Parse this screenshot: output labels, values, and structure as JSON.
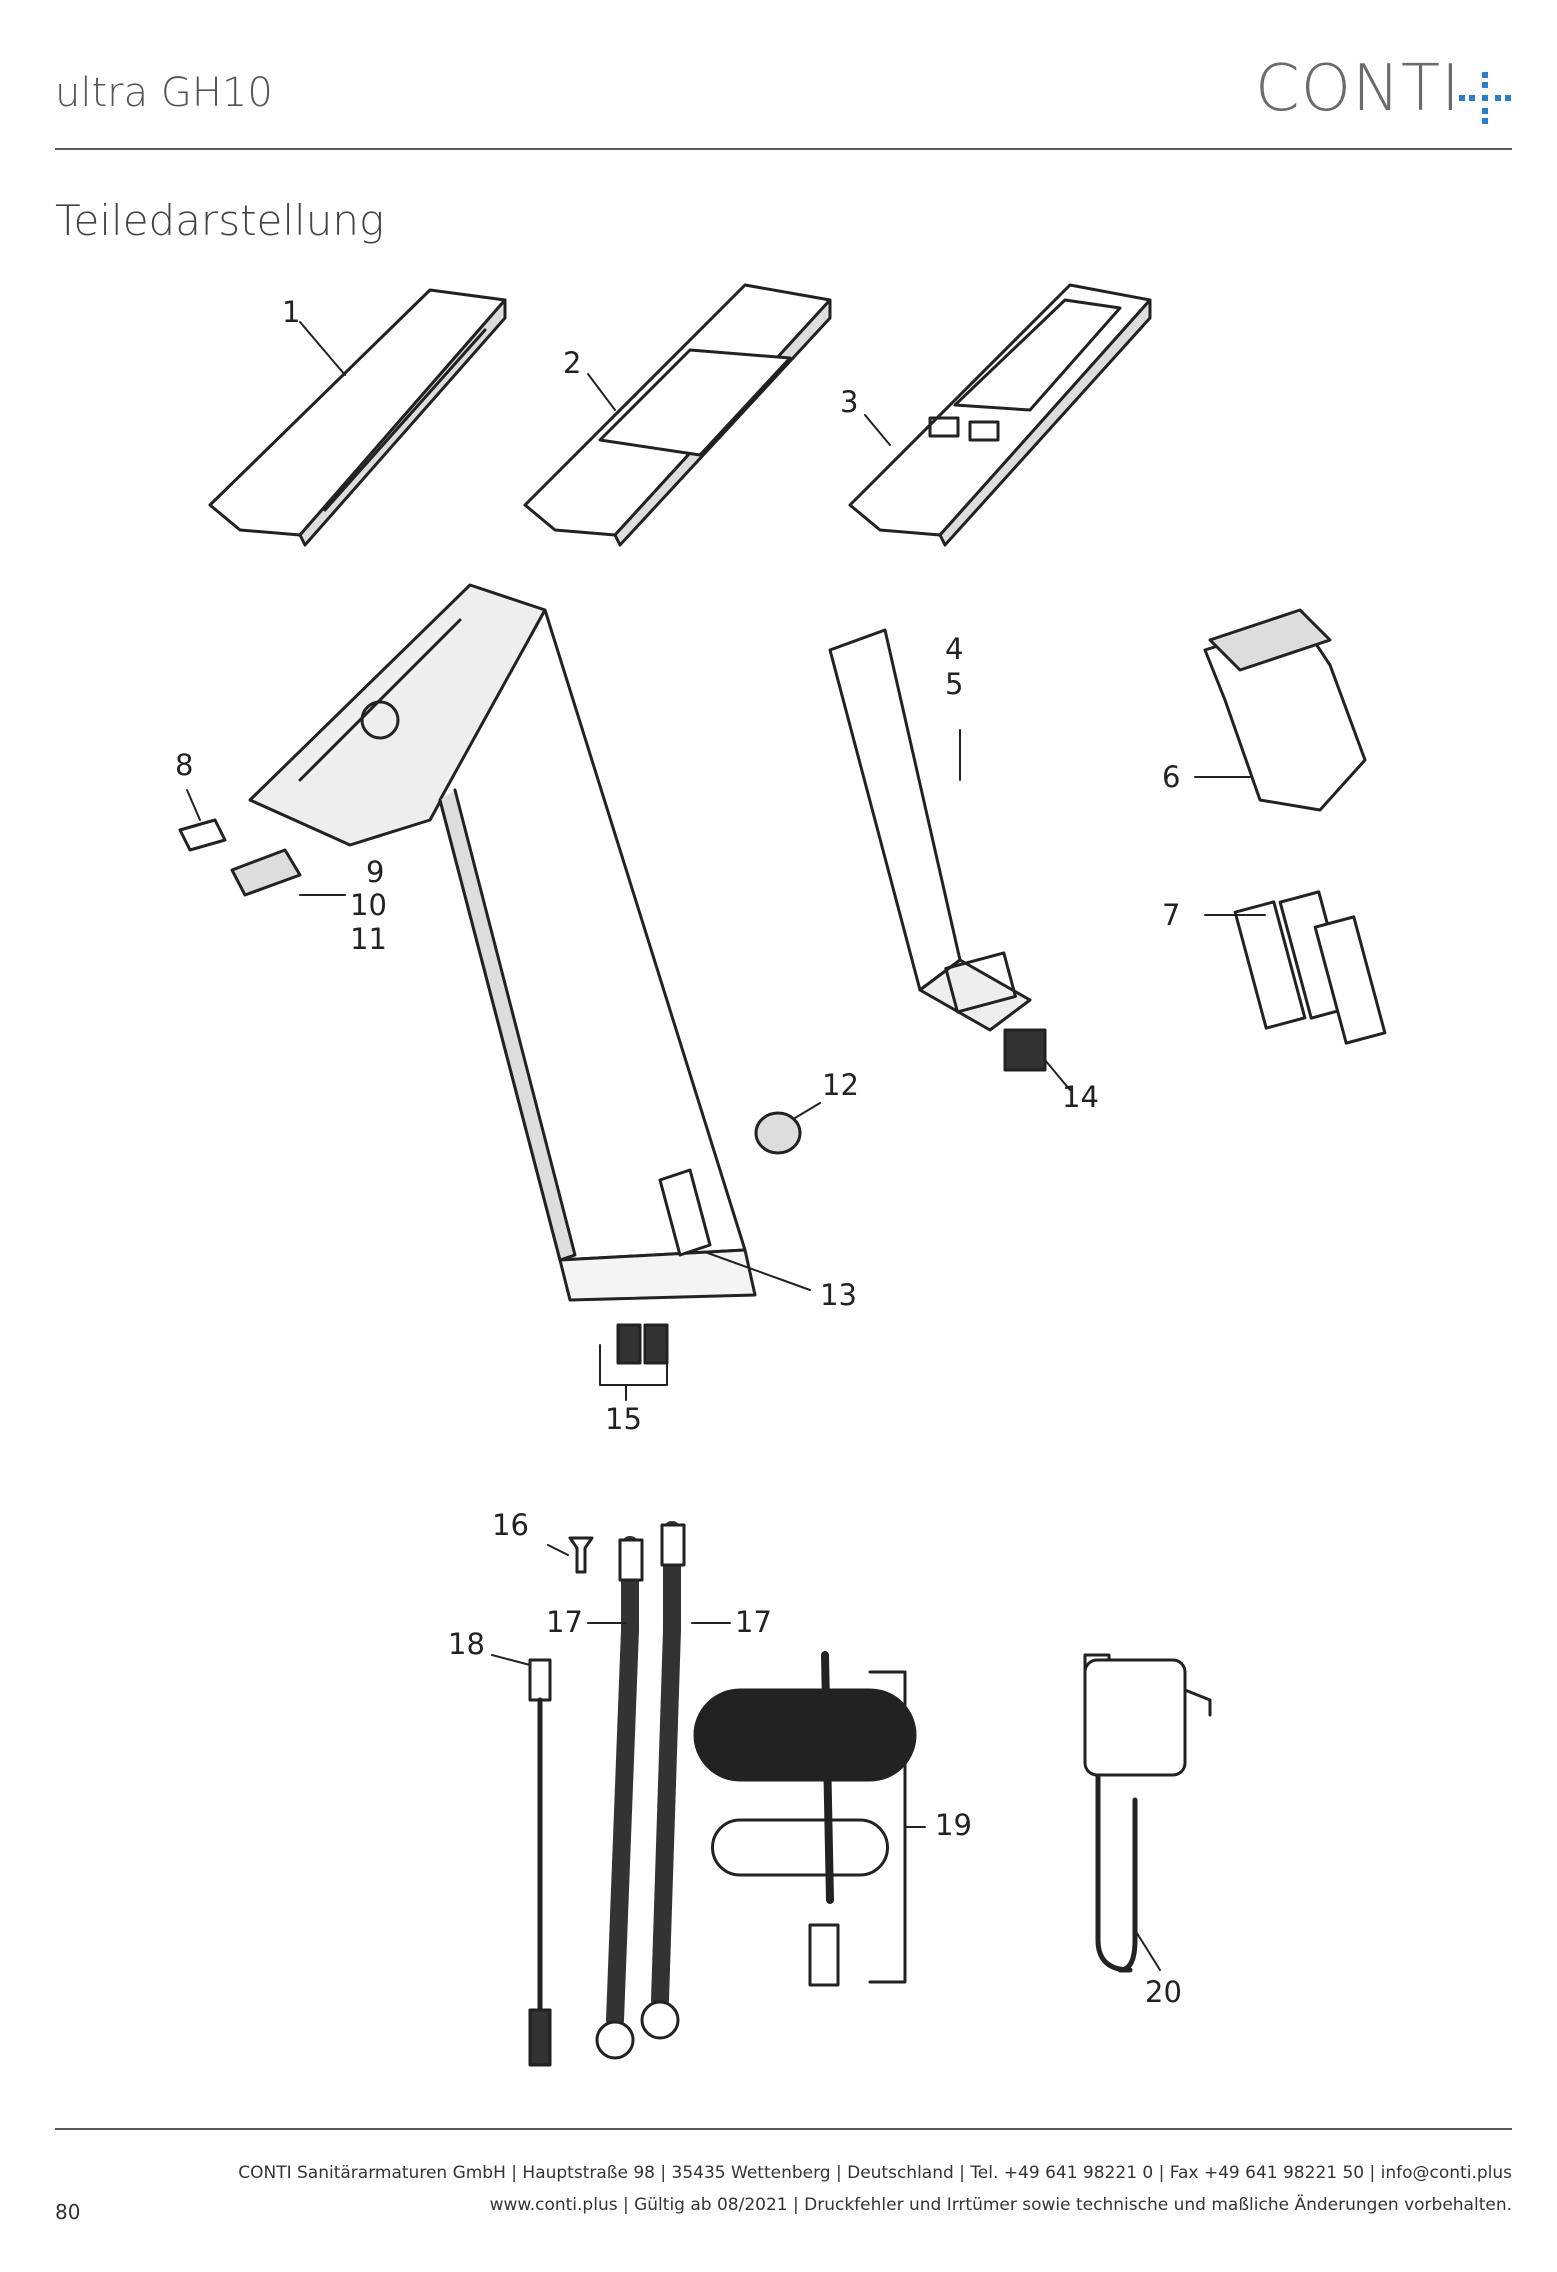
{
  "header": {
    "product": "ultra GH10",
    "brand": "CONTI",
    "brand_cross_color": "#2c7ec7"
  },
  "section": {
    "title": "Teiledarstellung"
  },
  "callouts": [
    "1",
    "2",
    "3",
    "4",
    "5",
    "6",
    "7",
    "8",
    "9",
    "10",
    "11",
    "12",
    "13",
    "14",
    "15",
    "16",
    "17",
    "17",
    "18",
    "19",
    "20"
  ],
  "footer": {
    "line1": "CONTI Sanitärarmaturen GmbH | Hauptstraße 98 | 35435 Wettenberg | Deutschland | Tel. +49 641 98221 0 | Fax +49 641 98221 50 | info@conti.plus",
    "line2": "www.conti.plus | Gültig ab 08/2021 | Druckfehler und Irrtümer sowie technische und maßliche Änderungen vorbehalten.",
    "page_number": "80"
  }
}
